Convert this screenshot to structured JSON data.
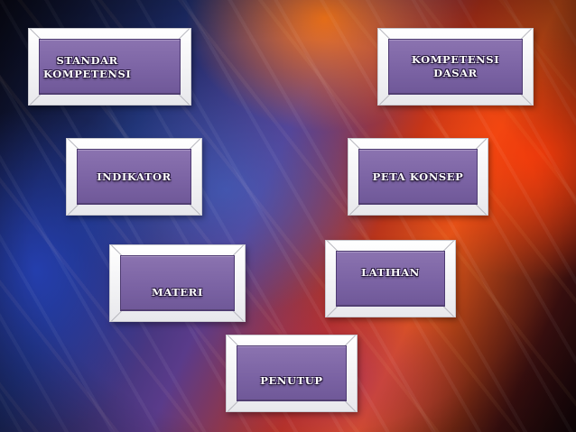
{
  "slide": {
    "buttons": [
      {
        "id": "standar",
        "label": "STANDAR\nKOMPETENSI"
      },
      {
        "id": "kd",
        "label": "KOMPETENSI\nDASAR"
      },
      {
        "id": "indikator",
        "label": "INDIKATOR"
      },
      {
        "id": "peta",
        "label": "PETA KONSEP"
      },
      {
        "id": "materi",
        "label": "MATERI"
      },
      {
        "id": "latihan",
        "label": "LATIHAN"
      },
      {
        "id": "penutup",
        "label": "PENUTUP"
      }
    ]
  },
  "colors": {
    "tile_face": "#7a62a3",
    "tile_frame": "#f4f4f6",
    "label_text": "#ffffff"
  }
}
